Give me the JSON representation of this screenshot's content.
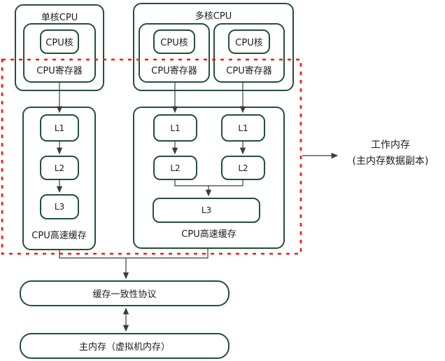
{
  "colors": {
    "box_border": "#23503a",
    "connector": "#3c3c3c",
    "boundary": "#ff1212",
    "text": "#1c1c1c",
    "background": "#ffffff"
  },
  "single_cpu": {
    "title": "单核CPU",
    "core": "CPU核",
    "register": "CPU寄存器",
    "cache_title": "CPU高速缓存",
    "levels": [
      "L1",
      "L2",
      "L3"
    ]
  },
  "multi_cpu": {
    "title": "多核CPU",
    "cores": [
      "CPU核",
      "CPU核"
    ],
    "registers": [
      "CPU寄存器",
      "CPU寄存器"
    ],
    "cache_title": "CPU高速缓存",
    "l1": [
      "L1",
      "L1"
    ],
    "l2": [
      "L2",
      "L2"
    ],
    "l3": "L3"
  },
  "working_memory": {
    "line1": "工作内存",
    "line2": "(主内存数据副本)"
  },
  "coherence_protocol": "缓存一致性协议",
  "main_memory": "主内存（虚拟机内存）"
}
